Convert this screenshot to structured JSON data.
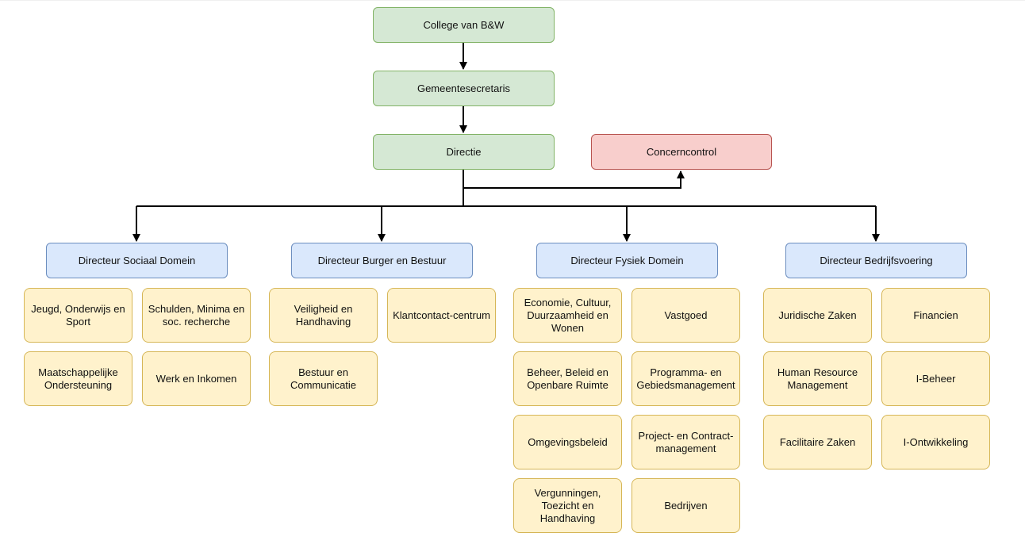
{
  "leadership": {
    "college": "College van B&W",
    "secretaris": "Gemeentesecretaris",
    "directie": "Directie",
    "concerncontrol": "Concerncontrol"
  },
  "directors": [
    {
      "label": "Directeur Sociaal Domein",
      "units": [
        "Jeugd, Onderwijs en Sport",
        "Schulden, Minima en soc. recherche",
        "Maatschappelijke Ondersteuning",
        "Werk en Inkomen"
      ]
    },
    {
      "label": "Directeur Burger en Bestuur",
      "units": [
        "Veiligheid en Handhaving",
        "Klantcontact-centrum",
        "Bestuur en Communicatie"
      ]
    },
    {
      "label": "Directeur Fysiek Domein",
      "units": [
        "Economie, Cultuur, Duurzaamheid en Wonen",
        "Vastgoed",
        "Beheer, Beleid en Openbare Ruimte",
        "Programma- en Gebiedsmanagement",
        "Omgevingsbeleid",
        "Project- en Contract-management",
        "Vergunningen, Toezicht en Handhaving",
        "Bedrijven"
      ]
    },
    {
      "label": "Directeur Bedrijfsvoering",
      "units": [
        "Juridische Zaken",
        "Financien",
        "Human Resource Management",
        "I-Beheer",
        "Facilitaire Zaken",
        "I-Ontwikkeling"
      ]
    }
  ],
  "colors": {
    "leadership_fill": "#d5e8d4",
    "control_fill": "#f8cecc",
    "director_fill": "#dae8fc",
    "unit_fill": "#fff2cc",
    "connector": "#000000"
  }
}
